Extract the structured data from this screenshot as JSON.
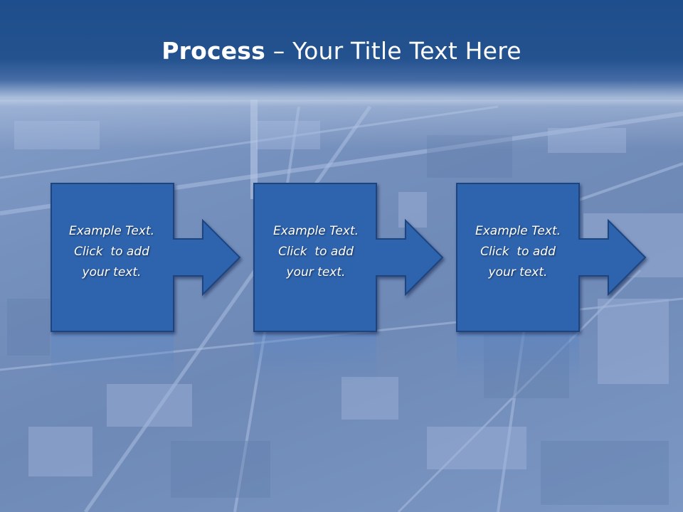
{
  "slide": {
    "title_bold": "Process",
    "title_dash": " – ",
    "title_rest": "Your Title Text Here"
  },
  "steps": [
    {
      "line1": "Example Text.",
      "line2": "Click  to add",
      "line3": "your text."
    },
    {
      "line1": "Example Text.",
      "line2": "Click  to add",
      "line3": "your text."
    },
    {
      "line1": "Example Text.",
      "line2": "Click  to add",
      "line3": "your text."
    }
  ],
  "colors": {
    "header": "#1f4e8c",
    "box_fill": "#2e63ad",
    "box_stroke": "#1b4480",
    "text": "#ffffff"
  }
}
